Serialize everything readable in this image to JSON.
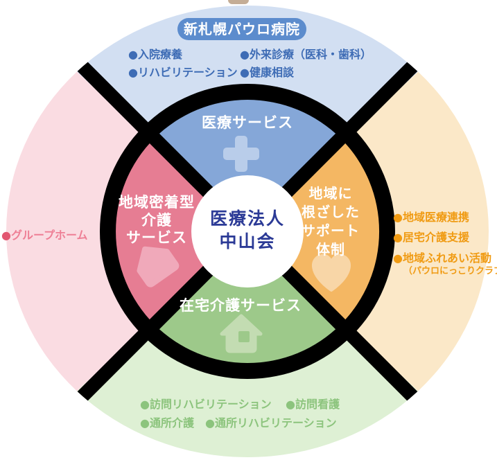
{
  "center_label": {
    "line1": "医療法人",
    "line2": "中山会"
  },
  "medical": {
    "badge": "新札幌パウロ病院",
    "wedge_title": "医療サービス",
    "items": {
      "inpatient": "●入院療養",
      "outpatient": "●外来診療（医科・歯科）",
      "rehab": "●リハビリテーション",
      "consult": "●健康相談"
    }
  },
  "community_care": {
    "wedge_title": {
      "l1": "地域密着型",
      "l2": "介護",
      "l3": "サービス"
    },
    "bullet": "●",
    "item": "グループホーム"
  },
  "support": {
    "wedge_title": {
      "l1": "地域に",
      "l2": "根ざした",
      "l3": "サポート",
      "l4": "体制"
    },
    "items": {
      "renkei": "●地域医療連携",
      "kyotaku": "●居宅介護支援",
      "fureai": "●地域ふれあい活動",
      "fureai_sub": "（パウロにっこりクラブ）"
    }
  },
  "home_care": {
    "wedge_title": "在宅介護サービス",
    "items": {
      "visit_rehab": "●訪問リハビリテーション",
      "visit_nurse": "●訪問看護",
      "day_care": "●通所介護",
      "day_rehab": "●通所リハビリテーション"
    }
  },
  "icons": {
    "medical": "cross-icon",
    "community_care": "house-icon",
    "support": "heart-icon",
    "home_care": "home-icon"
  },
  "colors": {
    "outer_blue": "#d2dff2",
    "outer_orange": "#fbe8c8",
    "outer_green": "#def0d4",
    "outer_pink": "#fadce2",
    "inner_blue": "#85a7d8",
    "inner_orange": "#f4b763",
    "inner_green": "#9dc98a",
    "inner_pink": "#e67d93",
    "divider": "#000000",
    "badge_bg": "#5c8ccd",
    "text_blue": "#3e6cb5",
    "text_orange": "#f09b13",
    "text_green": "#8cc47d",
    "text_pink": "#ee7f95",
    "bullet_pink": "#e25670",
    "center_text": "#2b3a96"
  }
}
